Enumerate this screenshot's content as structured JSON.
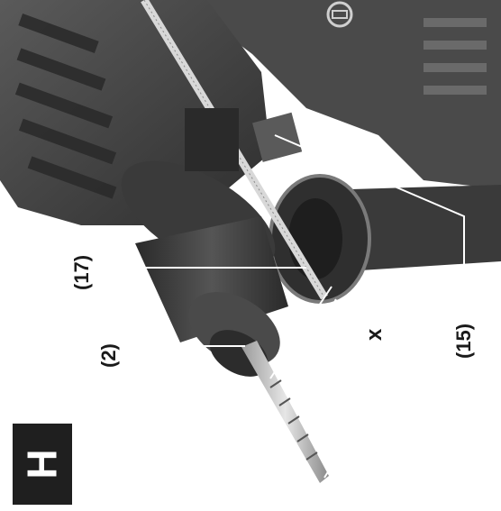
{
  "labels": {
    "ref_17": "(17)",
    "ref_2": "(2)",
    "ref_15": "(15)",
    "dimension": "x",
    "figure_letter": "H"
  },
  "icons": {
    "brand_logo": "bosch-logo-icon",
    "drill_bit": "drill-bit-icon",
    "depth_stop": "depth-stop-rod-icon"
  },
  "colors": {
    "background": "#ffffff",
    "tool_dark": "#3a3a3a",
    "tool_mid": "#6b6b6b",
    "badge": "#1f1f1f",
    "line": "#ffffff",
    "text": "#1a1a1a"
  }
}
